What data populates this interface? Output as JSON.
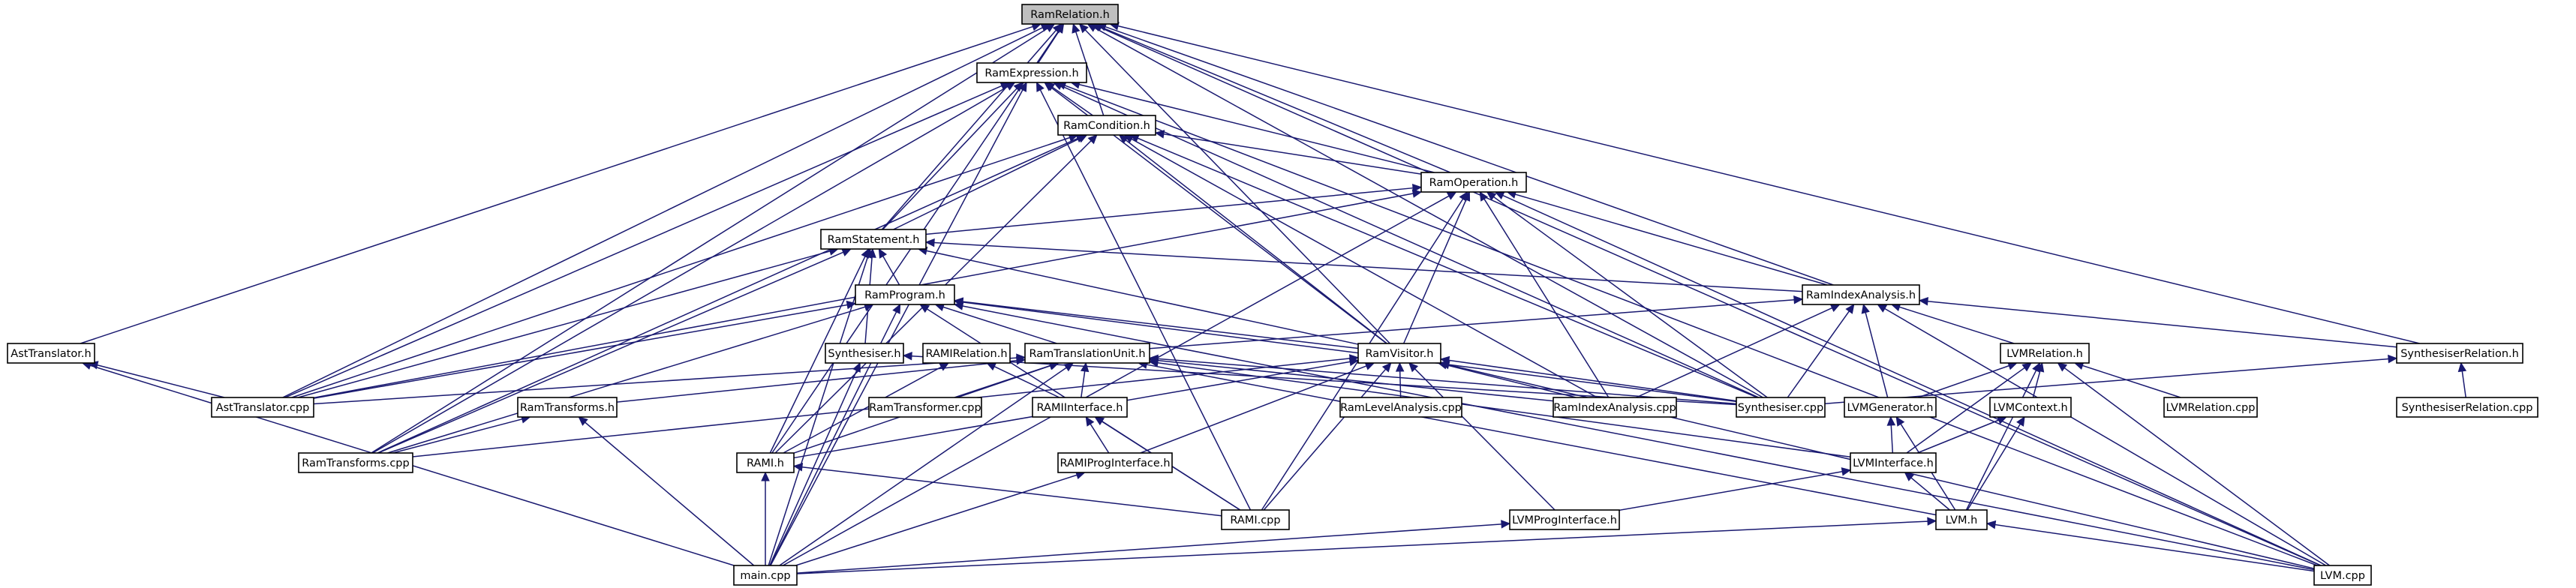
{
  "nodes": [
    {
      "id": "ramrelation_h",
      "label": "RamRelation.h",
      "root": true
    },
    {
      "id": "ramexpression_h",
      "label": "RamExpression.h"
    },
    {
      "id": "ramcondition_h",
      "label": "RamCondition.h"
    },
    {
      "id": "ramoperation_h",
      "label": "RamOperation.h"
    },
    {
      "id": "ramstatement_h",
      "label": "RamStatement.h"
    },
    {
      "id": "ramindexanalysis_h",
      "label": "RamIndexAnalysis.h"
    },
    {
      "id": "ramprogram_h",
      "label": "RamProgram.h"
    },
    {
      "id": "asttranslator_h",
      "label": "AstTranslator.h"
    },
    {
      "id": "synthesiser_h",
      "label": "Synthesiser.h"
    },
    {
      "id": "ramirelation_h",
      "label": "RAMIRelation.h"
    },
    {
      "id": "ramtranslationunit_h",
      "label": "RamTranslationUnit.h"
    },
    {
      "id": "ramvisitor_h",
      "label": "RamVisitor.h"
    },
    {
      "id": "lvmrelation_h",
      "label": "LVMRelation.h"
    },
    {
      "id": "synthesiserrelation_h",
      "label": "SynthesiserRelation.h"
    },
    {
      "id": "asttranslator_cpp",
      "label": "AstTranslator.cpp"
    },
    {
      "id": "ramtransforms_h",
      "label": "RamTransforms.h"
    },
    {
      "id": "ramtransformer_cpp",
      "label": "RamTransformer.cpp"
    },
    {
      "id": "ramiinterface_h",
      "label": "RAMIInterface.h"
    },
    {
      "id": "ramlevelanalysis_cpp",
      "label": "RamLevelAnalysis.cpp"
    },
    {
      "id": "ramindexanalysis_cpp",
      "label": "RamIndexAnalysis.cpp"
    },
    {
      "id": "synthesiser_cpp",
      "label": "Synthesiser.cpp"
    },
    {
      "id": "lvmgenerator_h",
      "label": "LVMGenerator.h"
    },
    {
      "id": "lvmcontext_h",
      "label": "LVMContext.h"
    },
    {
      "id": "lvmrelation_cpp",
      "label": "LVMRelation.cpp"
    },
    {
      "id": "synthesiserrelation_cpp",
      "label": "SynthesiserRelation.cpp"
    },
    {
      "id": "ramtransforms_cpp",
      "label": "RamTransforms.cpp"
    },
    {
      "id": "rami_h",
      "label": "RAMI.h"
    },
    {
      "id": "ramiproginterface_h",
      "label": "RAMIProgInterface.h"
    },
    {
      "id": "lvminterface_h",
      "label": "LVMInterface.h"
    },
    {
      "id": "rami_cpp",
      "label": "RAMI.cpp"
    },
    {
      "id": "lvmproginterface_h",
      "label": "LVMProgInterface.h"
    },
    {
      "id": "lvm_h",
      "label": "LVM.h"
    },
    {
      "id": "main_cpp",
      "label": "main.cpp"
    },
    {
      "id": "lvm_cpp",
      "label": "LVM.cpp"
    }
  ],
  "edges": [
    [
      "ramexpression_h",
      "ramrelation_h"
    ],
    [
      "ramcondition_h",
      "ramrelation_h"
    ],
    [
      "ramoperation_h",
      "ramrelation_h"
    ],
    [
      "ramstatement_h",
      "ramrelation_h"
    ],
    [
      "ramindexanalysis_h",
      "ramrelation_h"
    ],
    [
      "asttranslator_h",
      "ramrelation_h"
    ],
    [
      "ramvisitor_h",
      "ramrelation_h"
    ],
    [
      "synthesiserrelation_h",
      "ramrelation_h"
    ],
    [
      "asttranslator_cpp",
      "ramrelation_h"
    ],
    [
      "ramtransforms_cpp",
      "ramrelation_h"
    ],
    [
      "rami_h",
      "ramrelation_h"
    ],
    [
      "synthesiser_cpp",
      "ramrelation_h"
    ],
    [
      "lvm_cpp",
      "ramrelation_h"
    ],
    [
      "ramcondition_h",
      "ramexpression_h"
    ],
    [
      "ramoperation_h",
      "ramexpression_h"
    ],
    [
      "ramstatement_h",
      "ramexpression_h"
    ],
    [
      "ramvisitor_h",
      "ramexpression_h"
    ],
    [
      "asttranslator_cpp",
      "ramexpression_h"
    ],
    [
      "ramtransforms_cpp",
      "ramexpression_h"
    ],
    [
      "rami_cpp",
      "ramexpression_h"
    ],
    [
      "synthesiser_cpp",
      "ramexpression_h"
    ],
    [
      "lvm_cpp",
      "ramexpression_h"
    ],
    [
      "main_cpp",
      "ramexpression_h"
    ],
    [
      "ramoperation_h",
      "ramcondition_h"
    ],
    [
      "ramstatement_h",
      "ramcondition_h"
    ],
    [
      "ramvisitor_h",
      "ramcondition_h"
    ],
    [
      "asttranslator_cpp",
      "ramcondition_h"
    ],
    [
      "ramtransforms_cpp",
      "ramcondition_h"
    ],
    [
      "rami_h",
      "ramcondition_h"
    ],
    [
      "synthesiser_cpp",
      "ramcondition_h"
    ],
    [
      "ramindexanalysis_cpp",
      "ramcondition_h"
    ],
    [
      "ramstatement_h",
      "ramoperation_h"
    ],
    [
      "ramindexanalysis_h",
      "ramoperation_h"
    ],
    [
      "ramvisitor_h",
      "ramoperation_h"
    ],
    [
      "ramindexanalysis_cpp",
      "ramoperation_h"
    ],
    [
      "synthesiser_cpp",
      "ramoperation_h"
    ],
    [
      "rami_cpp",
      "ramoperation_h"
    ],
    [
      "lvm_cpp",
      "ramoperation_h"
    ],
    [
      "main_cpp",
      "ramoperation_h"
    ],
    [
      "asttranslator_cpp",
      "ramoperation_h"
    ],
    [
      "ramprogram_h",
      "ramstatement_h"
    ],
    [
      "ramindexanalysis_h",
      "ramstatement_h"
    ],
    [
      "synthesiser_h",
      "ramstatement_h"
    ],
    [
      "ramvisitor_h",
      "ramstatement_h"
    ],
    [
      "asttranslator_cpp",
      "ramstatement_h"
    ],
    [
      "ramtransforms_cpp",
      "ramstatement_h"
    ],
    [
      "rami_h",
      "ramstatement_h"
    ],
    [
      "main_cpp",
      "ramstatement_h"
    ],
    [
      "ramtranslationunit_h",
      "ramindexanalysis_h"
    ],
    [
      "synthesiser_cpp",
      "ramindexanalysis_h"
    ],
    [
      "lvmgenerator_h",
      "ramindexanalysis_h"
    ],
    [
      "ramindexanalysis_cpp",
      "ramindexanalysis_h"
    ],
    [
      "lvmrelation_h",
      "ramindexanalysis_h"
    ],
    [
      "synthesiserrelation_h",
      "ramindexanalysis_h"
    ],
    [
      "lvm_cpp",
      "ramindexanalysis_h"
    ],
    [
      "ramtranslationunit_h",
      "ramprogram_h"
    ],
    [
      "ramvisitor_h",
      "ramprogram_h"
    ],
    [
      "asttranslator_cpp",
      "ramprogram_h"
    ],
    [
      "ramtransforms_cpp",
      "ramprogram_h"
    ],
    [
      "rami_cpp",
      "ramprogram_h"
    ],
    [
      "main_cpp",
      "ramprogram_h"
    ],
    [
      "lvm_cpp",
      "ramprogram_h"
    ],
    [
      "synthesiser_cpp",
      "ramprogram_h"
    ],
    [
      "asttranslator_cpp",
      "asttranslator_h"
    ],
    [
      "main_cpp",
      "asttranslator_h"
    ],
    [
      "synthesiser_cpp",
      "synthesiser_h"
    ],
    [
      "main_cpp",
      "synthesiser_h"
    ],
    [
      "ramiinterface_h",
      "ramirelation_h"
    ],
    [
      "rami_h",
      "ramirelation_h"
    ],
    [
      "asttranslator_cpp",
      "ramtranslationunit_h"
    ],
    [
      "ramtransforms_h",
      "ramtranslationunit_h"
    ],
    [
      "ramtransformer_cpp",
      "ramtranslationunit_h"
    ],
    [
      "ramiinterface_h",
      "ramtranslationunit_h"
    ],
    [
      "rami_h",
      "ramtranslationunit_h"
    ],
    [
      "synthesiser_cpp",
      "ramtranslationunit_h"
    ],
    [
      "main_cpp",
      "ramtranslationunit_h"
    ],
    [
      "lvminterface_h",
      "ramtranslationunit_h"
    ],
    [
      "lvm_h",
      "ramtranslationunit_h"
    ],
    [
      "ramindexanalysis_cpp",
      "ramtranslationunit_h"
    ],
    [
      "ramlevelanalysis_cpp",
      "ramvisitor_h"
    ],
    [
      "ramindexanalysis_cpp",
      "ramvisitor_h"
    ],
    [
      "synthesiser_cpp",
      "ramvisitor_h"
    ],
    [
      "ramtransforms_cpp",
      "ramvisitor_h"
    ],
    [
      "rami_cpp",
      "ramvisitor_h"
    ],
    [
      "ramiproginterface_h",
      "ramvisitor_h"
    ],
    [
      "lvmproginterface_h",
      "ramvisitor_h"
    ],
    [
      "lvm_cpp",
      "ramvisitor_h"
    ],
    [
      "rami_h",
      "ramvisitor_h"
    ],
    [
      "lvmgenerator_h",
      "lvmrelation_h"
    ],
    [
      "lvmcontext_h",
      "lvmrelation_h"
    ],
    [
      "lvmrelation_cpp",
      "lvmrelation_h"
    ],
    [
      "lvm_h",
      "lvmrelation_h"
    ],
    [
      "lvm_cpp",
      "lvmrelation_h"
    ],
    [
      "lvminterface_h",
      "lvmrelation_h"
    ],
    [
      "synthesiserrelation_cpp",
      "synthesiserrelation_h"
    ],
    [
      "synthesiser_cpp",
      "synthesiserrelation_h"
    ],
    [
      "ramtransforms_cpp",
      "ramtransforms_h"
    ],
    [
      "main_cpp",
      "ramtransforms_h"
    ],
    [
      "rami_cpp",
      "ramiinterface_h"
    ],
    [
      "ramiproginterface_h",
      "ramiinterface_h"
    ],
    [
      "lvminterface_h",
      "lvmgenerator_h"
    ],
    [
      "lvm_h",
      "lvmgenerator_h"
    ],
    [
      "lvm_h",
      "lvmcontext_h"
    ],
    [
      "lvminterface_h",
      "lvmcontext_h"
    ],
    [
      "main_cpp",
      "rami_h"
    ],
    [
      "rami_cpp",
      "rami_h"
    ],
    [
      "main_cpp",
      "ramiproginterface_h"
    ],
    [
      "lvm_h",
      "lvminterface_h"
    ],
    [
      "lvmproginterface_h",
      "lvminterface_h"
    ],
    [
      "main_cpp",
      "lvmproginterface_h"
    ],
    [
      "main_cpp",
      "lvm_h"
    ],
    [
      "lvm_cpp",
      "lvm_h"
    ]
  ]
}
